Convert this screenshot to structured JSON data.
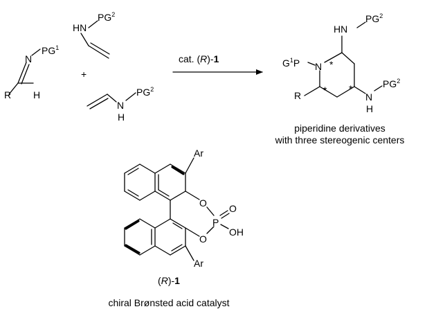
{
  "reactants": {
    "imine": {
      "pg_label": "PG",
      "pg_index": "1",
      "r_label": "R",
      "h_label": "H",
      "n_label": "N"
    },
    "plus_sign": "+",
    "enamide_top": {
      "hn_label": "HN",
      "pg_label": "PG",
      "pg_index": "2"
    },
    "enamide_bottom": {
      "n_label": "N",
      "h_label": "H",
      "pg_label": "PG",
      "pg_index": "2"
    }
  },
  "arrow_condition": {
    "prefix": "cat. (",
    "italic": "R",
    "middle": ")-",
    "bold": "1"
  },
  "product": {
    "g_label": "G",
    "g_index": "1",
    "p_label": "P",
    "ring_n_label": "N",
    "hn_top_label": "HN",
    "pg_top_label": "PG",
    "pg_top_index": "2",
    "r_label": "R",
    "nh_n_label": "N",
    "nh_h_label": "H",
    "pg_right_label": "PG",
    "pg_right_index": "2",
    "stereo_mark": "*",
    "caption_line1": "piperidine derivatives",
    "caption_line2": "with three stereogenic centers"
  },
  "catalyst": {
    "ar_top": "Ar",
    "ar_bottom": "Ar",
    "o_upper": "O",
    "o_lower": "O",
    "p_label": "P",
    "o_double": "O",
    "oh_label": "OH",
    "label_open": "(",
    "label_italic": "R",
    "label_close": ")-",
    "label_bold": "1",
    "caption": "chiral Brønsted acid catalyst"
  }
}
